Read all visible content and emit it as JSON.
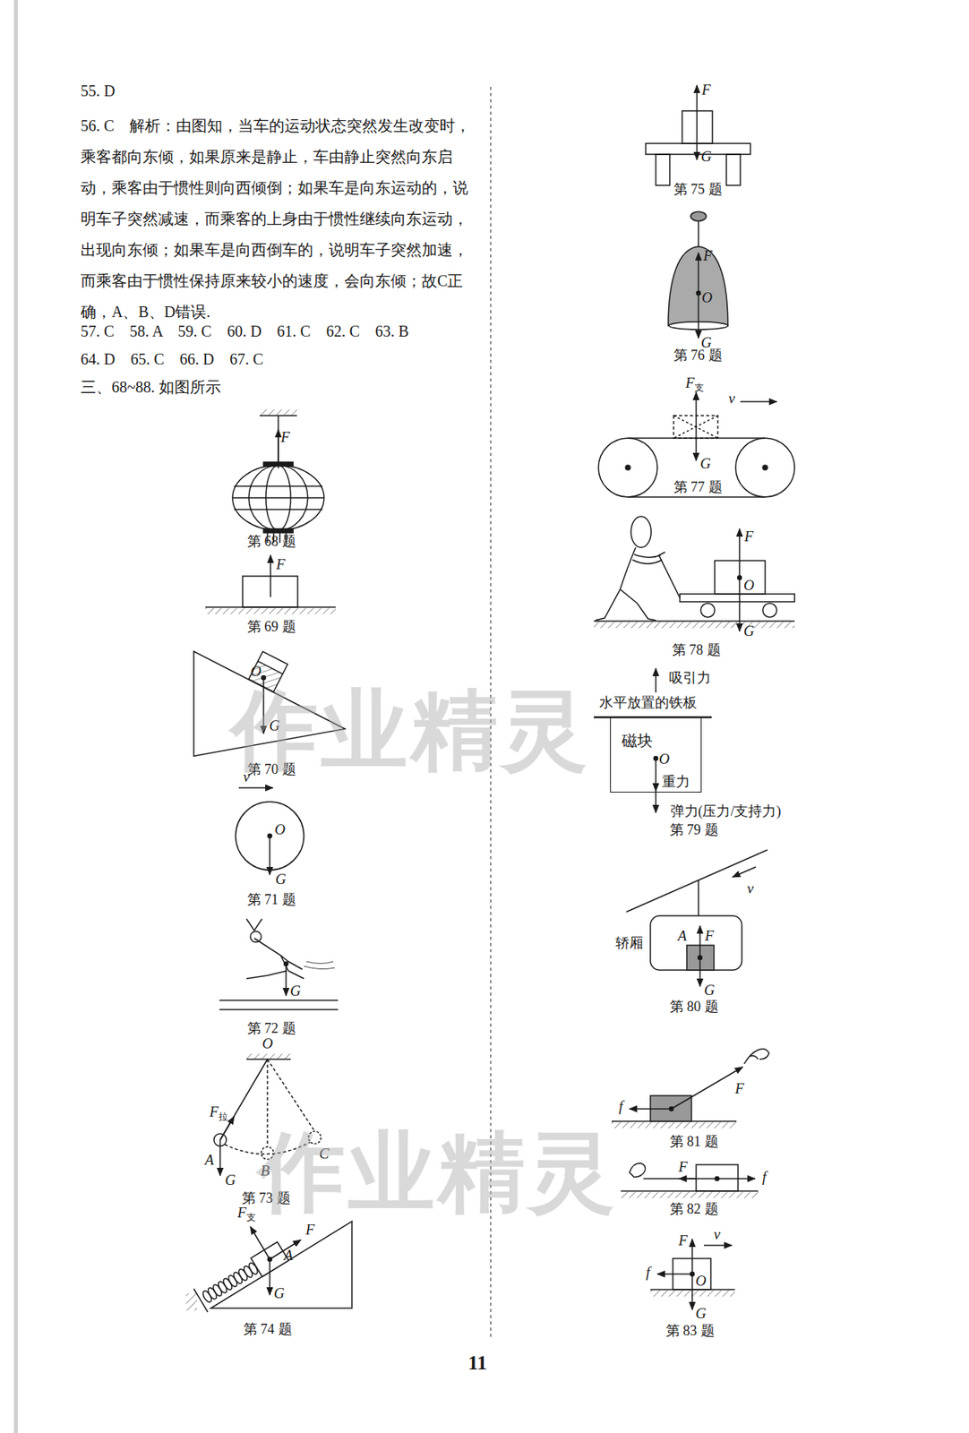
{
  "diagram": {
    "nodes": [
      {
        "text": [
          "磁块",
          "O"
        ]
      }
    ],
    "labels": [
      "55. D",
      "56. C　解析：由图知，当车的运动状态突然发生改变时，乘客都向东倾，如果原来是静止，车由静止突然向东启动，乘客由于惯性则向西倾倒；如果车是向东运动的，说明车子突然减速，而乘客的上身由于惯性继续向东运动，出现向东倾；如果车是向西倒车的，说明车子突然加速，而乘客由于惯性保持原来较小的速度，会向东倾；故C正确，A、B、D错误.",
      "57. C　58. A　59. C　60. D　61. C　62. C　63. B",
      "64. D　65. C　66. D　67. C",
      "三、68~88. 如图所示",
      "F",
      "第 68 题",
      "F",
      "第 69 题",
      "O",
      "G",
      "第 70 题",
      "v",
      "O",
      "G",
      "第 71 题",
      "G",
      "第 72 题",
      "O",
      "F",
      "拉",
      "A",
      "B",
      "C",
      "G",
      "第 73 题",
      "F",
      "支",
      "A",
      "F",
      "G",
      "第 74 题",
      "F",
      "G",
      "第 75 题",
      "F",
      "O",
      "G",
      "第 76 题",
      "F",
      "支",
      "v",
      "G",
      "第 77 题",
      "F",
      "O",
      "G",
      "第 78 题",
      "吸引力",
      "水平放置的铁板",
      "重力",
      "弹力(压力/支持力)",
      "第 79 题",
      "v",
      "轿厢",
      "A",
      "F",
      "G",
      "第 80 题",
      "F",
      "f",
      "第 81 题",
      "F",
      "f",
      "第 82 题",
      "F",
      "v",
      "f",
      "O",
      "G",
      "第 83 题",
      "作业精灵",
      "作业精灵",
      "11"
    ]
  }
}
